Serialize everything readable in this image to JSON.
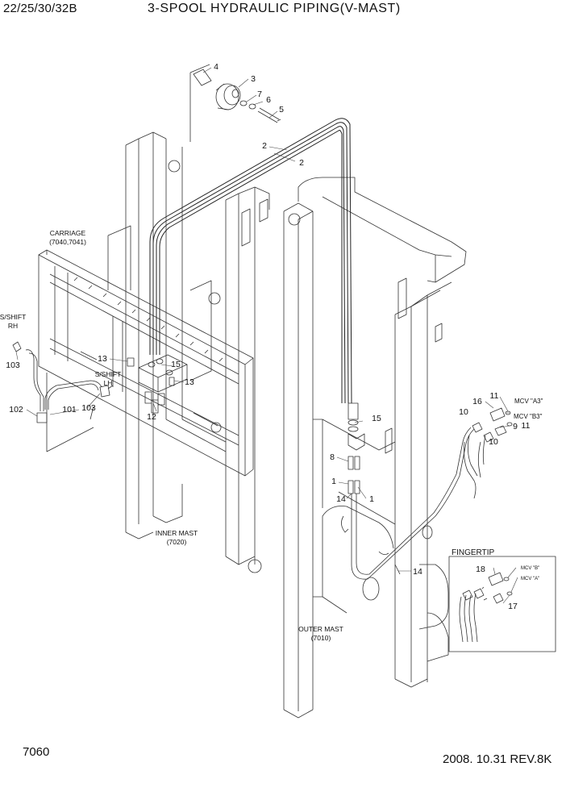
{
  "header": {
    "model": "22/25/30/32B",
    "title": "3-SPOOL HYDRAULIC PIPING(V-MAST)"
  },
  "footer": {
    "page_number": "7060",
    "revision": "2008. 10.31  REV.8K"
  },
  "assemblies": {
    "carriage": {
      "name": "CARRIAGE",
      "ref": "(7040,7041)"
    },
    "sideshift_rh": {
      "name": "S/SHIFT",
      "side": "RH"
    },
    "sideshift_lh": {
      "name": "S/SHIFT",
      "side": "LH"
    },
    "inner_mast": {
      "name": "INNER MAST",
      "ref": "(7020)"
    },
    "outer_mast": {
      "name": "OUTER MAST",
      "ref": "(7010)"
    },
    "fingertip": {
      "name": "FINGERTIP"
    }
  },
  "callouts": {
    "n4": "4",
    "n3": "3",
    "n7": "7",
    "n6": "6",
    "n5": "5",
    "n2a": "2",
    "n2b": "2",
    "n13a": "13",
    "n15a": "15",
    "n13b": "13",
    "n12": "12",
    "n103a": "103",
    "n103b": "103",
    "n102": "102",
    "n101": "101",
    "n15b": "15",
    "n8": "8",
    "n1a": "1",
    "n14a": "14",
    "n1b": "1",
    "n14b": "14",
    "n16": "16",
    "n11a": "11",
    "n10a": "10",
    "n9": "9",
    "n11b": "11",
    "n10b": "10",
    "n18": "18",
    "n17": "17"
  },
  "port_labels": {
    "mcv_a3": "MCV \"A3\"",
    "mcv_b3": "MCV \"B3\"",
    "mcv_b": "MCV \"B\"",
    "mcv_a": "MCV \"A\""
  }
}
